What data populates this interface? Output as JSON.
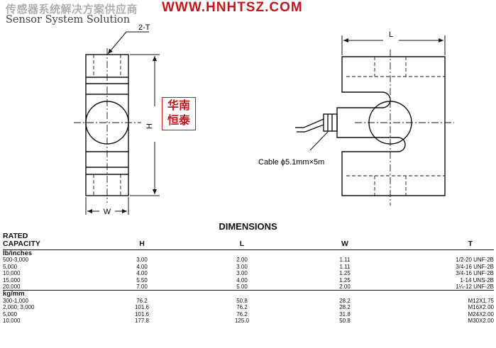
{
  "header": {
    "company_cn": "传感器系统解决方案供应商",
    "url": "WWW.HNHTSZ.COM",
    "tagline": "Sensor System Solution"
  },
  "stamp": {
    "line1": "华南",
    "line2": "恒泰"
  },
  "drawing": {
    "label_2t": "2-T",
    "label_h": "H",
    "label_w": "W",
    "label_l": "L",
    "cable_label": "Cable ϕ5.1mm×5m"
  },
  "title": "DIMENSIONS",
  "table": {
    "headers": {
      "capacity_line1": "RATED",
      "capacity_line2": "CAPACITY",
      "h": "H",
      "l": "L",
      "w": "W",
      "t": "T"
    },
    "sections": [
      {
        "unit": "lb/inches",
        "rows": [
          {
            "cap": "500-3,000",
            "h": "3.00",
            "l": "2.00",
            "w": "1.11",
            "t": "1/2-20 UNF-2B"
          },
          {
            "cap": "5,000",
            "h": "4.00",
            "l": "3.00",
            "w": "1.11",
            "t": "3/4-16 UNF-2B"
          },
          {
            "cap": "10,000",
            "h": "4.00",
            "l": "3.00",
            "w": "1.25",
            "t": "3/4-16 UNF-2B"
          },
          {
            "cap": "15,000",
            "h": "5.50",
            "l": "4.00",
            "w": "1.25",
            "t": "1-14 UNS-2B"
          },
          {
            "cap": "20,000",
            "h": "7.00",
            "l": "5.00",
            "w": "2.00",
            "t": "1¼-12 UNF-2B"
          }
        ]
      },
      {
        "unit": "kg/mm",
        "rows": [
          {
            "cap": "300-1,000",
            "h": "76.2",
            "l": "50.8",
            "w": "28.2",
            "t": "M12X1.75"
          },
          {
            "cap": "2,000; 3,000",
            "h": "101.6",
            "l": "76.2",
            "w": "28.2",
            "t": "M16X2.00"
          },
          {
            "cap": "5,000",
            "h": "101.6",
            "l": "76.2",
            "w": "31.8",
            "t": "M24X2.00"
          },
          {
            "cap": "10,000",
            "h": "177.8",
            "l": "125.0",
            "w": "50.8",
            "t": "M30X2.00"
          }
        ]
      }
    ]
  }
}
